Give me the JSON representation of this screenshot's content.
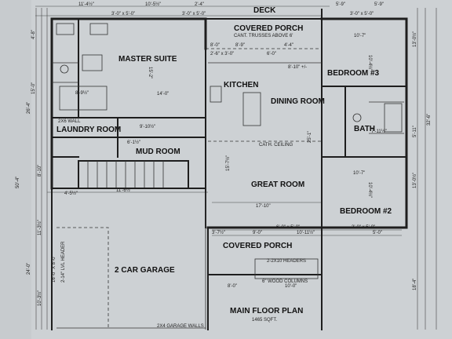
{
  "rooms": {
    "deck": "DECK",
    "covered_porch_rear": "COVERED PORCH",
    "master_suite": "MASTER SUITE",
    "kitchen": "KITCHEN",
    "dining_room": "DINING ROOM",
    "bedroom3": "BEDROOM #3",
    "bath": "BATH",
    "laundry_room": "LAUNDRY ROOM",
    "mud_room": "MUD ROOM",
    "great_room": "GREAT ROOM",
    "bedroom2": "BEDROOM #2",
    "covered_porch_front": "COVERED PORCH",
    "garage": "2 CAR GARAGE",
    "main_floor_plan": "MAIN FLOOR PLAN"
  },
  "notes": {
    "cant_trusses": "CANT. TRUSSES ABOVE 6'",
    "cath_ceiling": "CATH. CEILING",
    "headers": "2-2X10 HEADERS",
    "wood_columns": "6\" WOOD COLUMNS",
    "vl_header": "2-14\" LVL HEADER",
    "x_header": "16'-0\" X 8'-0\"",
    "garage_walls": "2X4 GARAGE WALLS",
    "sqft": "1465 SQFT.",
    "wall_2x6": "2X6 WALL",
    "bath_dim": "7'-11½\""
  },
  "dimensions": {
    "top_1": "11'-4½\"",
    "top_2": "10'-5½\"",
    "top_3": "2'-4\"",
    "top_4": "5'-9\"",
    "top_5": "5'-9\"",
    "ms_1": "3'-0\" x 5'-0\"",
    "ms_2": "3'-0\" x 5'-0\"",
    "porch_1": "8'-9\"",
    "porch_2": "6'-0\"",
    "porch_3": "4'-4\"",
    "porch_4": "8'-0\"",
    "win_k": "2'-6\" x 3'-0\"",
    "b3_w": "3'-0\" x 5'-0\"",
    "b3_1": "10'-7\"",
    "b3_2": "10'-4½\"",
    "ms_depth": "15'-2\"",
    "ms_14": "14'-0\"",
    "ms_8": "8'-9½\"",
    "k_1": "8'-10\" +/-",
    "left_1": "4'-8\"",
    "left_2": "15'-0\"",
    "left_3": "26'-4\"",
    "left_4": "50'-4\"",
    "left_5": "8'-10\"",
    "left_6": "11'-3½\"",
    "left_7": "24'-0\"",
    "left_8": "10'-3½\"",
    "lr_1": "9'-10½\"",
    "mr_1": "6'-1½\"",
    "mr_2": "11'-6½\"",
    "mr_3": "4'-5½\"",
    "gr_1": "15'-7½\"",
    "gr_2": "17'-10\"",
    "gr_3": "25'-1\"",
    "b2_1": "10'-7\"",
    "b2_2": "10'-4½\"",
    "fp_1": "3'-7½\"",
    "fp_2": "9'-0\"",
    "fp_3": "10'-11½\"",
    "fp_4": "5'-0\"",
    "fp_w1": "6'-0\" x 5'-0\"",
    "fp_w2": "3'-0\" x 5'-0\"",
    "fp_5": "8'-0\"",
    "fp_6": "10'-0\"",
    "right_1": "13'-0½\"",
    "right_2": "32'-6\"",
    "right_3": "13'-0½\"",
    "right_4": "18'-4\"",
    "right_5": "5'-11\""
  }
}
